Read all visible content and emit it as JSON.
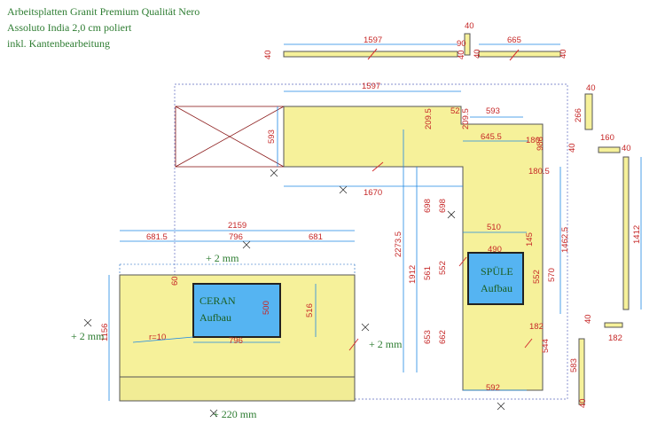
{
  "header": {
    "line1": "Arbeitsplatten Granit Premium Qualität Nero",
    "line2": "Assoluto India 2,0 cm poliert",
    "line3": "inkl. Kantenbearbeitung"
  },
  "labels": {
    "ceran": "CERAN",
    "ceran_sub": "Aufbau",
    "spuele": "SPÜLE",
    "spuele_sub": "Aufbau",
    "radius": "r=10",
    "plus2_top": "+ 2 mm",
    "plus2_left": "+ 2 mm",
    "plus2_right": "+ 2 mm",
    "plus220": "+ 220 mm"
  },
  "dims": {
    "strip_top_len": "1597",
    "strip_top_end": "40",
    "strip_top_end2": "40",
    "strip_top_small": "40",
    "strip_top_small2": "90",
    "strip_mid_len": "665",
    "strip_mid_end": "40",
    "strip_mid_end2": "40",
    "top_overall": "1597",
    "h_593": "593",
    "h_209": "209.5",
    "w_52": "52",
    "w_593b": "593",
    "h_209b": "209.5",
    "w_645": "645.5",
    "w_180": "180",
    "h_986": "986",
    "w_1670": "1670",
    "w_180b": "180.5",
    "h_2273": "2273.5",
    "h_1912": "1912",
    "h_698a": "698",
    "h_698b": "698",
    "h_561": "561",
    "h_552a": "552",
    "h_653": "653",
    "h_662": "662",
    "w_510": "510",
    "w_490": "490",
    "h_145": "145",
    "h_552b": "552",
    "h_570": "570",
    "h_1462": "1462.5",
    "w_182a": "182",
    "h_544": "544",
    "w_592": "592",
    "w_2159": "2159",
    "w_681": "681.5",
    "w_796a": "796",
    "w_681b": "681",
    "h_60": "60",
    "h_500": "500",
    "h_516": "516",
    "w_796b": "796",
    "h_1156": "1156",
    "side_40a": "40",
    "side_266": "266",
    "side_160": "160",
    "side_40b": "40",
    "side_40c": "40",
    "side_1412": "1412",
    "side_40d": "40",
    "side_182": "182",
    "side_583": "583",
    "side_40e": "40"
  },
  "colors": {
    "slab": "#f6f19a",
    "sink": "#55b4f2",
    "dimension": "#c62828",
    "note": "#2e7d32"
  }
}
